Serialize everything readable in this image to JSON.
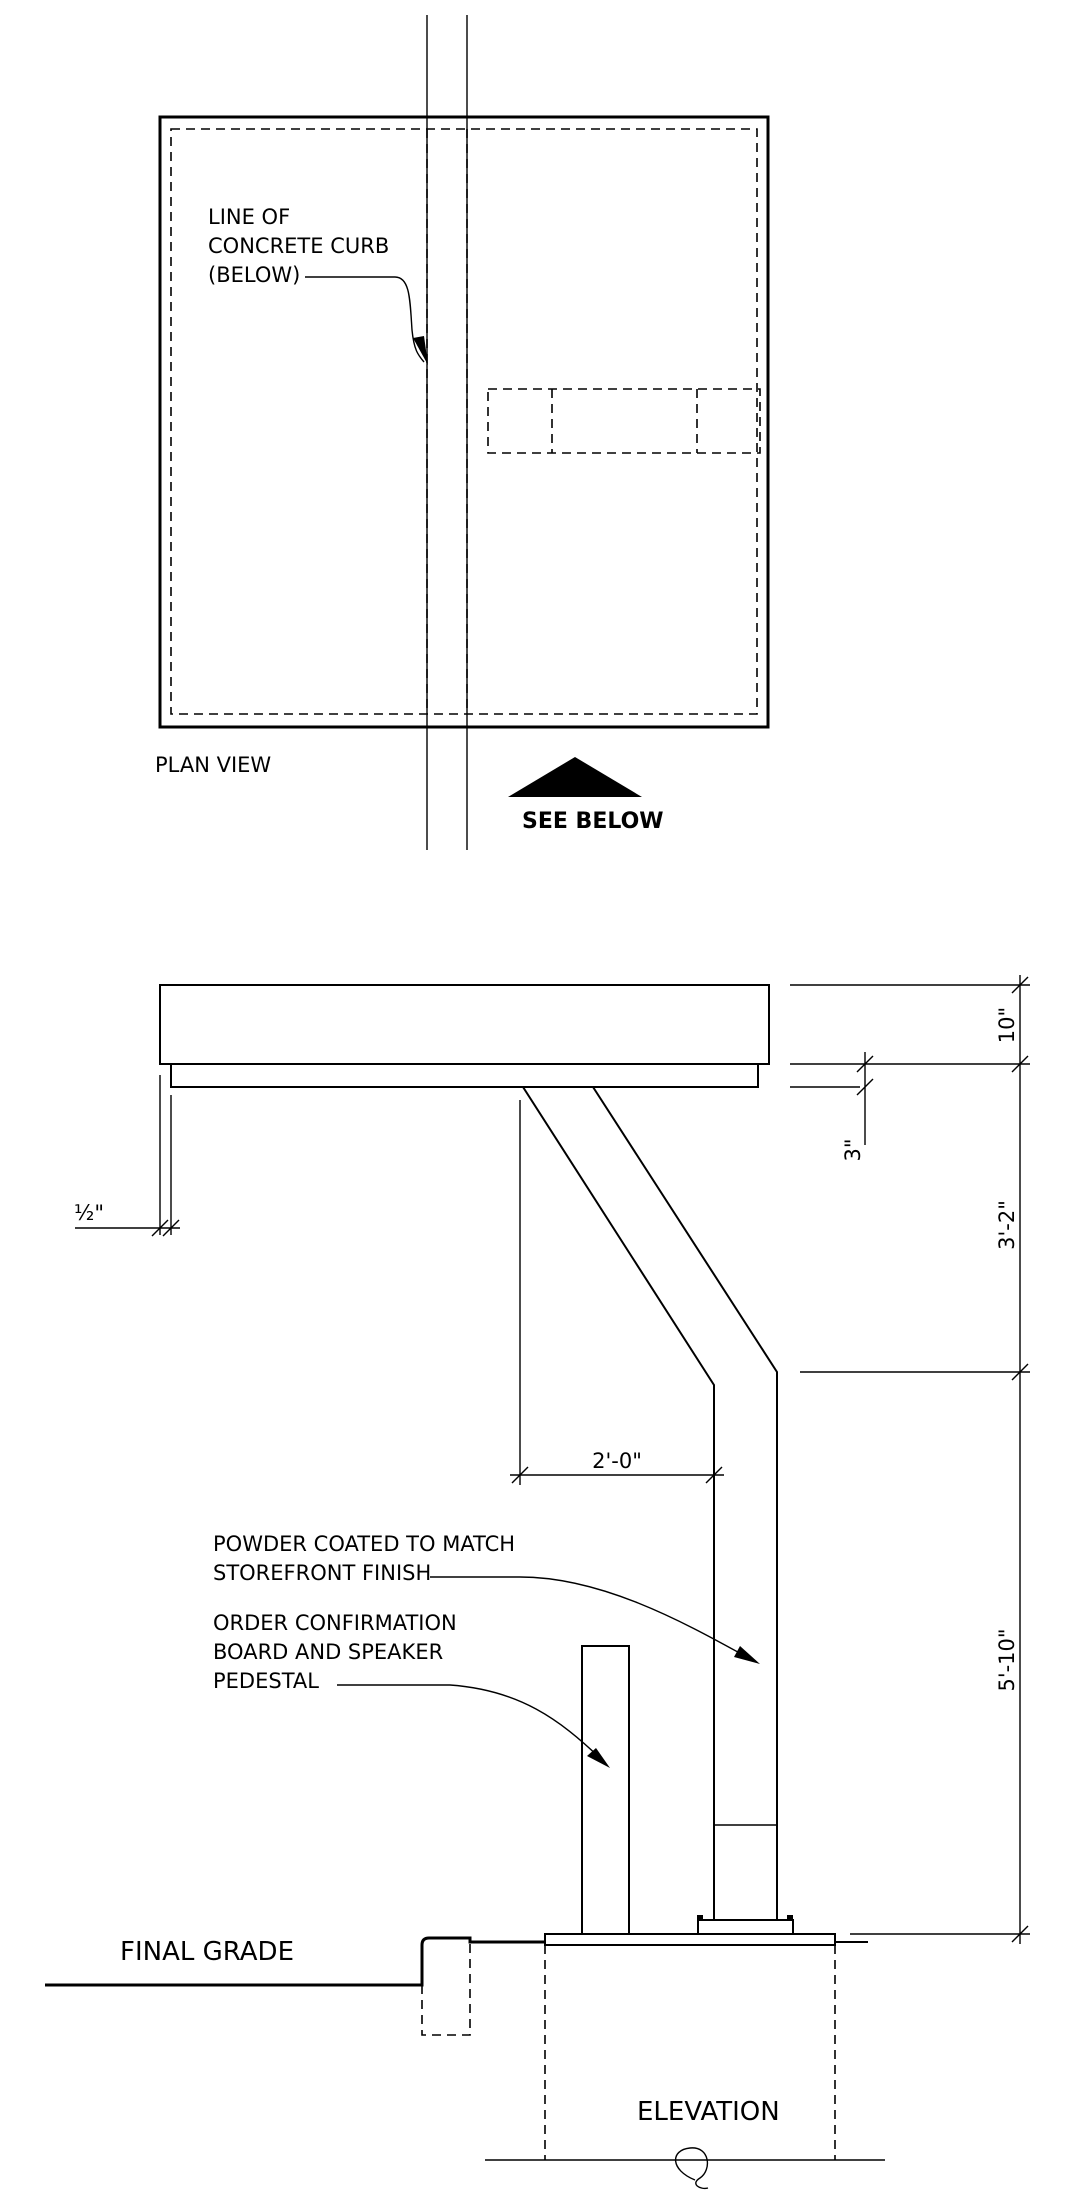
{
  "plan": {
    "title": "PLAN VIEW",
    "curb_note": [
      "LINE OF",
      "CONCRETE CURB",
      "(BELOW)"
    ],
    "see_below": "SEE BELOW"
  },
  "elevation": {
    "title": "ELEVATION",
    "final_grade": "FINAL GRADE",
    "powder_note": [
      "POWDER COATED TO MATCH",
      "STOREFRONT FINISH"
    ],
    "pedestal_note": [
      "ORDER CONFIRMATION",
      "BOARD AND SPEAKER",
      "PEDESTAL"
    ],
    "dimensions": {
      "canopy_thickness": "10\"",
      "soffit_gap": "3\"",
      "upper_height": "3'-2\"",
      "lower_height": "5'-10\"",
      "offset": "2'-0\"",
      "edge_reveal": "½\""
    }
  }
}
